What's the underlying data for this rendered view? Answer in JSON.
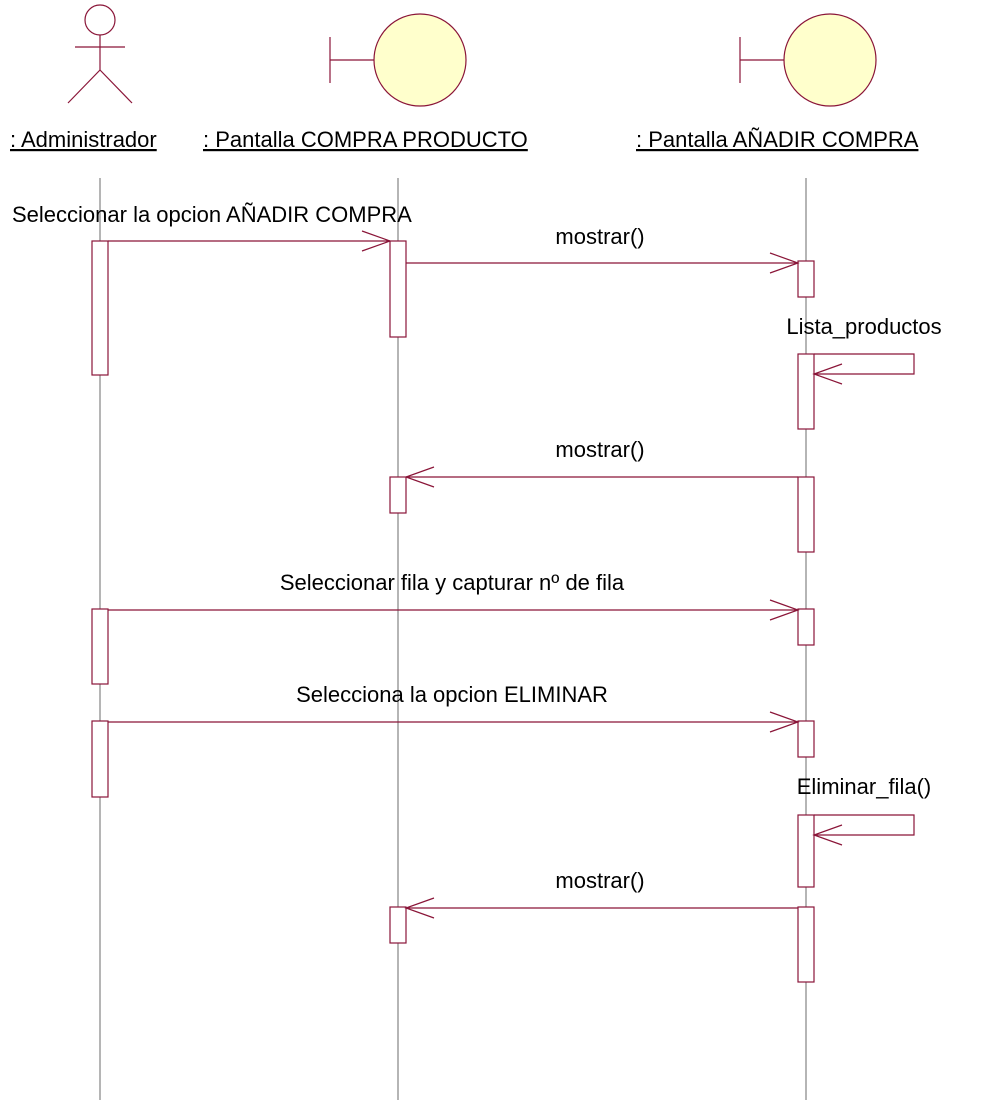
{
  "participants": [
    {
      "kind": "actor",
      "label": ": Administrador"
    },
    {
      "kind": "boundary",
      "label": ": Pantalla COMPRA PRODUCTO"
    },
    {
      "kind": "boundary",
      "label": ": Pantalla AÑADIR COMPRA"
    }
  ],
  "messages": [
    {
      "from": 0,
      "to": 1,
      "label": "Seleccionar la opcion AÑADIR COMPRA"
    },
    {
      "from": 1,
      "to": 2,
      "label": "mostrar()"
    },
    {
      "from": 2,
      "to": 2,
      "label": "Lista_productos"
    },
    {
      "from": 2,
      "to": 1,
      "label": "mostrar()"
    },
    {
      "from": 0,
      "to": 2,
      "label": "Seleccionar fila y capturar nº de fila"
    },
    {
      "from": 0,
      "to": 2,
      "label": "Selecciona la opcion ELIMINAR"
    },
    {
      "from": 2,
      "to": 2,
      "label": "Eliminar_fila()"
    },
    {
      "from": 2,
      "to": 1,
      "label": "mostrar()"
    }
  ],
  "colors": {
    "line": "#8a1538",
    "boundary_fill": "#ffffcc",
    "lifeline": "#6b6b6b"
  }
}
